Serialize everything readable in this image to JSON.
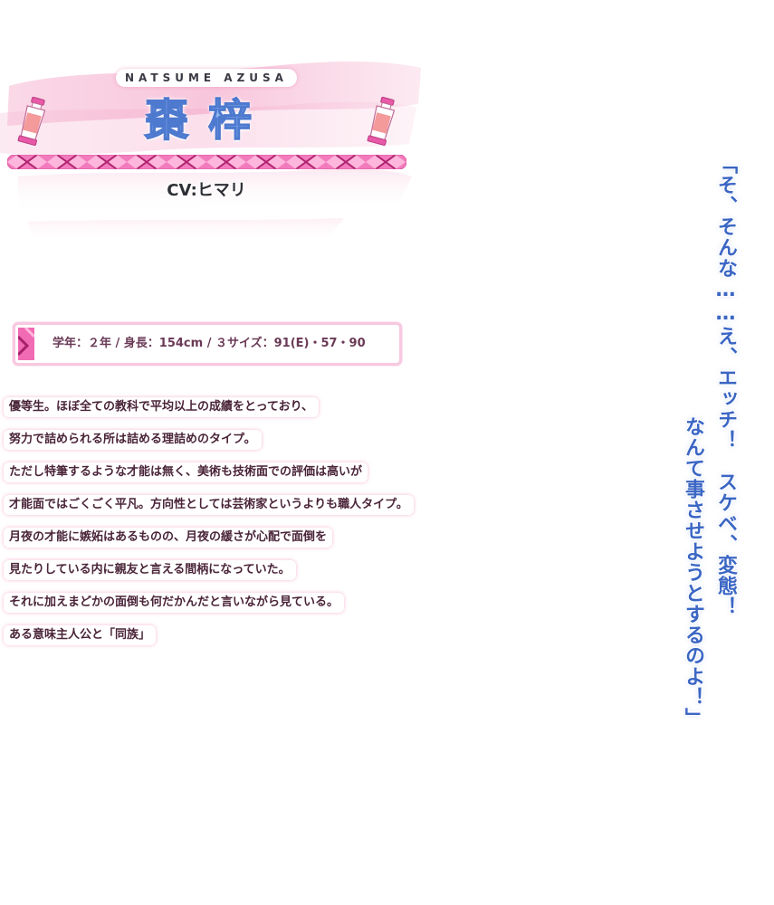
{
  "profile": {
    "name_romaji": "NATSUME AZUSA",
    "name_kanji": "棗梓",
    "cv": "CV:ヒマリ",
    "stats": "学年：２年 / 身長：154cm / ３サイズ：91(E)・57・90"
  },
  "description": [
    "優等生。ほぼ全ての教科で平均以上の成績をとっており、",
    "努力で詰められる所は詰める理詰めのタイプ。",
    "ただし特筆するような才能は無く、美術も技術面での評価は高いが",
    "才能面ではごくごく平凡。方向性としては芸術家というよりも職人タイプ。",
    "月夜の才能に嫉妬はあるものの、月夜の緩さが心配で面倒を",
    "見たりしている内に親友と言える間柄になっていた。",
    "それに加えまどかの面倒も何だかんだと言いながら見ている。",
    "ある意味主人公と「同族」"
  ],
  "quote": {
    "line1": "「そ、そんな……え、エッチ！　スケベ、変態！",
    "line2": "なんて事させようとするのよ！」"
  },
  "colors": {
    "accent_pink": "#e84aa0",
    "quote_blue": "#3b66c4",
    "name_blue": "#8fb5f0",
    "text_dark": "#4a2438"
  }
}
